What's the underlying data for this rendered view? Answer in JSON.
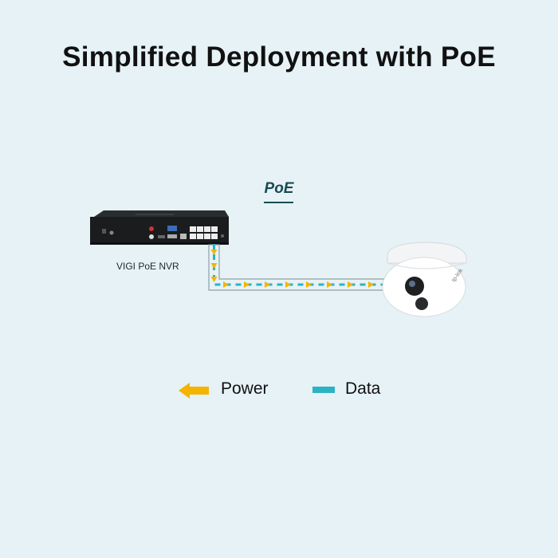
{
  "title": "Simplified Deployment with PoE",
  "cable_label": "PoE",
  "nvr": {
    "label": "VIGI PoE NVR"
  },
  "camera": {
    "brand": "tp-link"
  },
  "legend": {
    "power": {
      "label": "Power",
      "color": "#f5b400",
      "icon": "arrow-left-icon"
    },
    "data": {
      "label": "Data",
      "color": "#2bb3c3",
      "icon": "dash-icon"
    }
  }
}
